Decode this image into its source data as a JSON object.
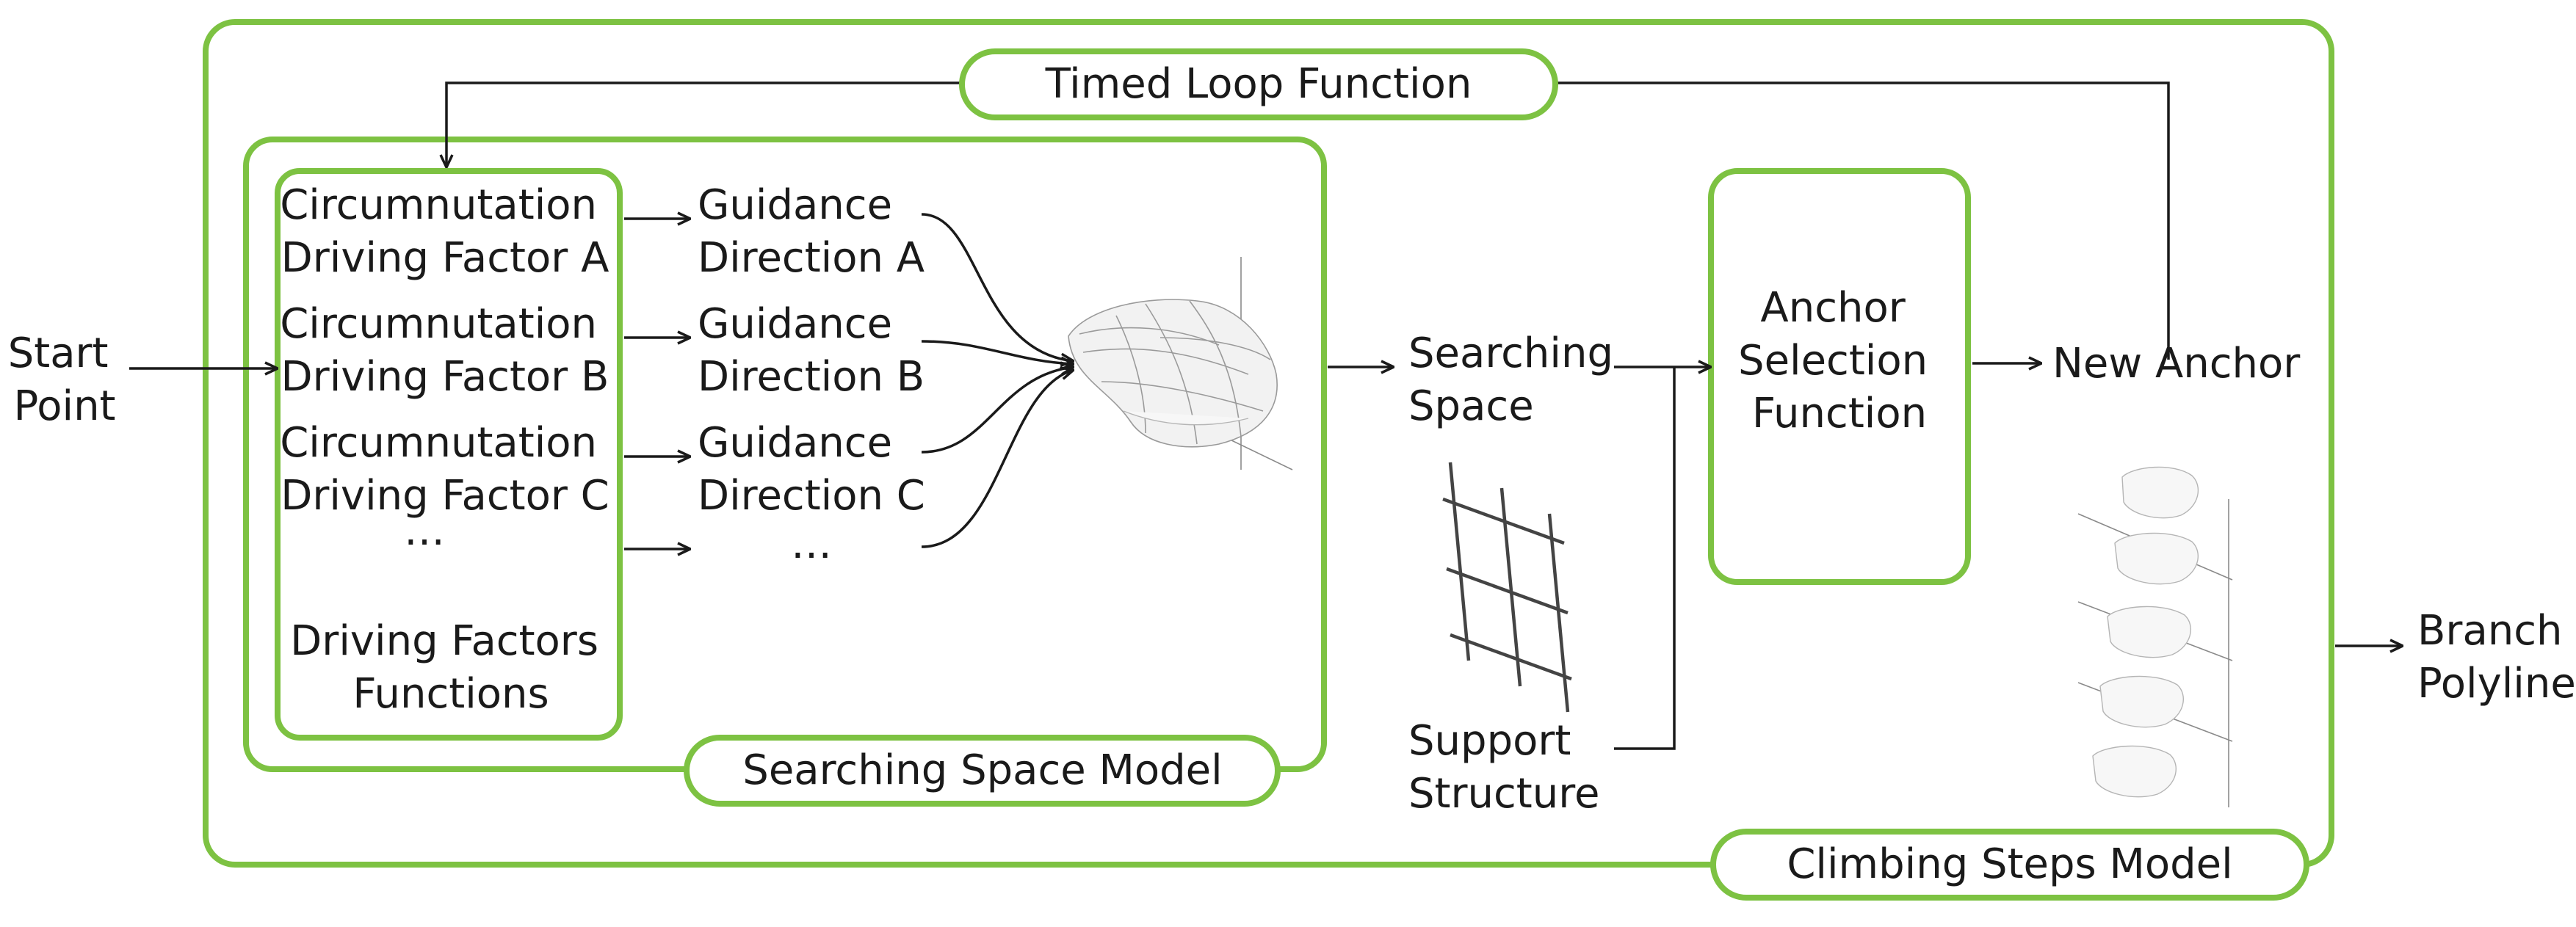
{
  "colors": {
    "box_stroke": "#7dc242",
    "line": "#1a1a1a"
  },
  "nodes": {
    "start_point": [
      "Start",
      "Point"
    ],
    "branch_polyline": [
      "Branch",
      "Polyline"
    ],
    "driving_factors": [
      [
        "Circumnutation",
        "Driving Factor A"
      ],
      [
        "Circumnutation",
        "Driving Factor B"
      ],
      [
        "Circumnutation",
        "Driving Factor C"
      ]
    ],
    "driving_ellipsis": "…",
    "driving_factors_caption": [
      "Driving Factors",
      "Functions"
    ],
    "guidance": [
      [
        "Guidance",
        "Direction A"
      ],
      [
        "Guidance",
        "Direction B"
      ],
      [
        "Guidance",
        "Direction C"
      ]
    ],
    "guidance_ellipsis": "…",
    "searching_space": [
      "Searching",
      "Space"
    ],
    "support_structure": [
      "Support",
      "Structure"
    ],
    "anchor_selection": [
      "Anchor",
      "Selection",
      "Function"
    ],
    "new_anchor": "New Anchor"
  },
  "containers": {
    "timed_loop": "Timed Loop Function",
    "searching_space_model": "Searching Space Model",
    "climbing_steps_model": "Climbing Steps Model"
  },
  "icons": [
    "searching-space-mesh-icon",
    "support-grid-icon",
    "climbing-steps-mesh-icon"
  ]
}
